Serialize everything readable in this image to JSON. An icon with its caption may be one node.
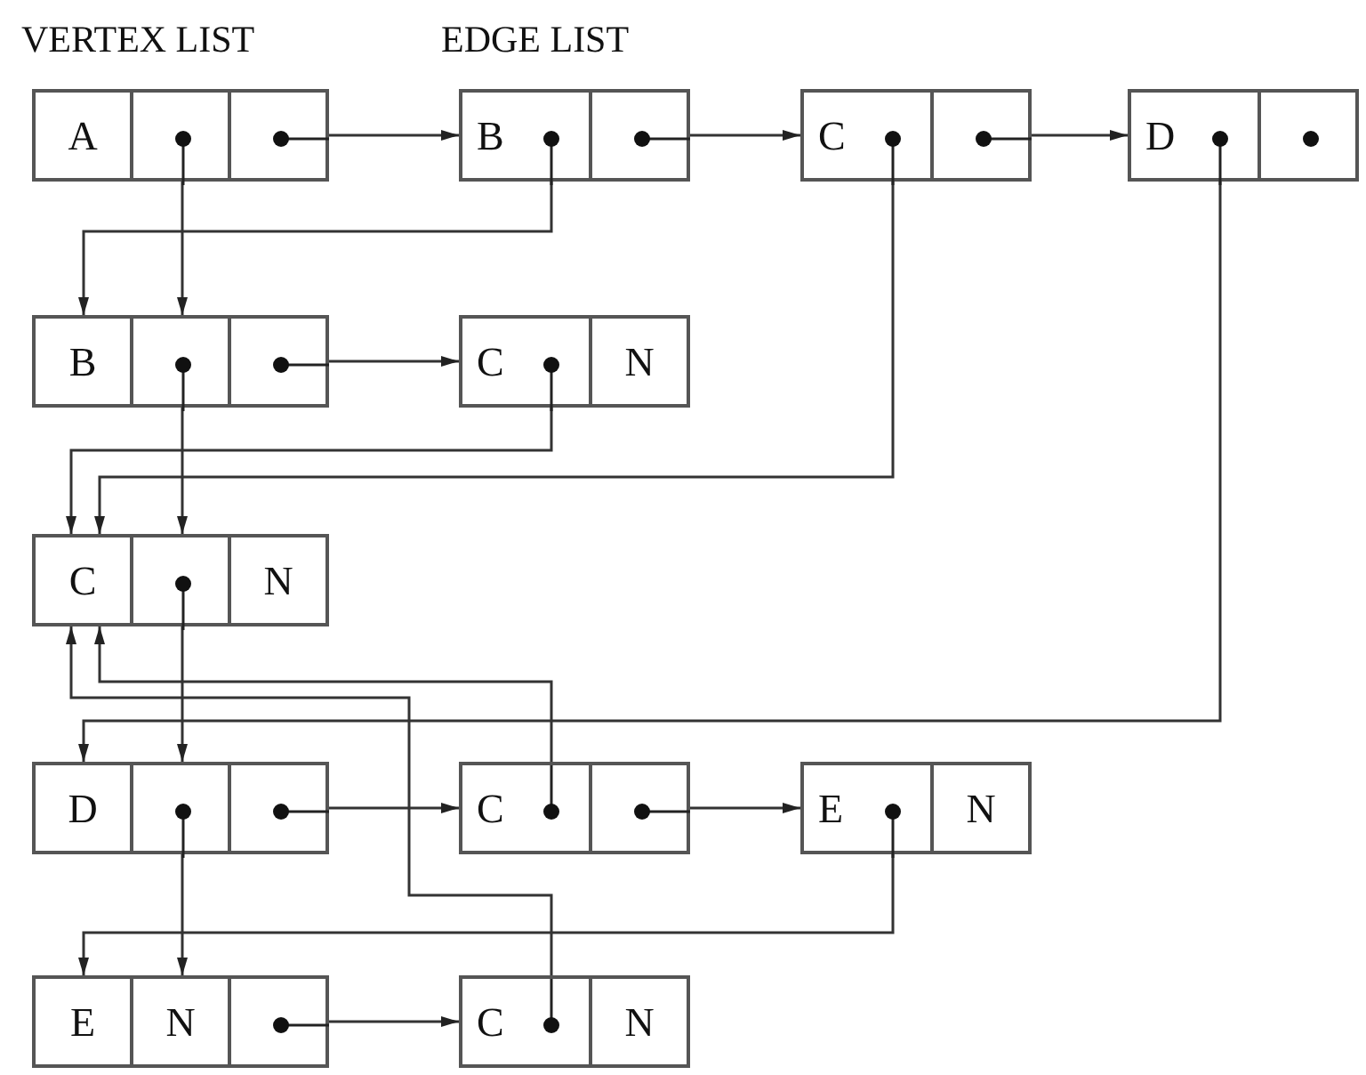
{
  "diagram": {
    "nodes": [
      {
        "text": [
          "A"
        ]
      },
      {
        "text": [
          "B"
        ]
      },
      {
        "text": [
          "C"
        ]
      },
      {
        "text": [
          "D"
        ]
      },
      {
        "text": [
          "B"
        ]
      },
      {
        "text": [
          "C",
          "N"
        ]
      },
      {
        "text": [
          "C",
          "N"
        ]
      },
      {
        "text": [
          "D"
        ]
      },
      {
        "text": [
          "C"
        ]
      },
      {
        "text": [
          "E",
          "N"
        ]
      },
      {
        "text": [
          "E",
          "N"
        ]
      },
      {
        "text": [
          "C",
          "N"
        ]
      }
    ],
    "edges": [
      {
        "from": 0,
        "to": 4,
        "arrow": "to"
      },
      {
        "from": 0,
        "to": 1,
        "arrow": "to"
      },
      {
        "from": 1,
        "to": 4,
        "arrow": "to"
      },
      {
        "from": 1,
        "to": 2,
        "arrow": "to"
      },
      {
        "from": 2,
        "to": 6,
        "arrow": "to"
      },
      {
        "from": 2,
        "to": 3,
        "arrow": "to"
      },
      {
        "from": 3,
        "to": 7,
        "arrow": "to"
      },
      {
        "from": 4,
        "to": 6,
        "arrow": "to"
      },
      {
        "from": 4,
        "to": 5,
        "arrow": "to"
      },
      {
        "from": 5,
        "to": 6,
        "arrow": "to"
      },
      {
        "from": 6,
        "to": 7,
        "arrow": "to"
      },
      {
        "from": 7,
        "to": 10,
        "arrow": "to"
      },
      {
        "from": 7,
        "to": 8,
        "arrow": "to"
      },
      {
        "from": 8,
        "to": 6,
        "arrow": "to"
      },
      {
        "from": 8,
        "to": 9,
        "arrow": "to"
      },
      {
        "from": 9,
        "to": 10,
        "arrow": "to"
      },
      {
        "from": 10,
        "to": 11,
        "arrow": "to"
      },
      {
        "from": 11,
        "to": 6,
        "arrow": "to"
      }
    ],
    "labels": [
      "VERTEX LIST",
      "EDGE LIST"
    ]
  }
}
